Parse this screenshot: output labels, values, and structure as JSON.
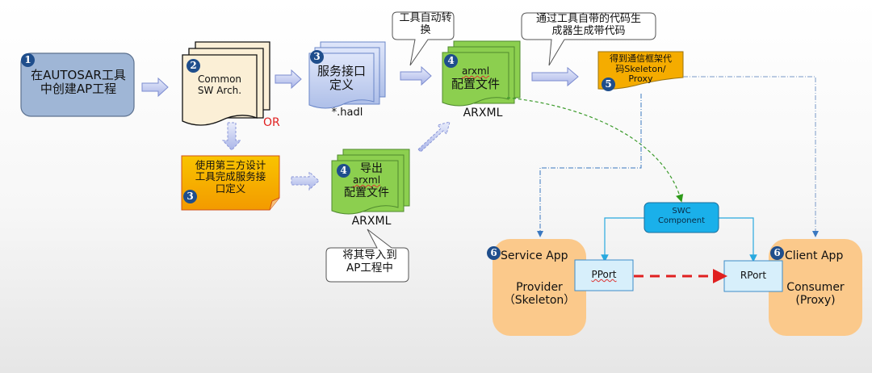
{
  "diagram": {
    "step1": {
      "badge": "1",
      "line1": "在AUTOSAR工具",
      "line2": "中创建AP工程"
    },
    "step2": {
      "badge": "2",
      "line1": "Common",
      "line2": "SW Arch."
    },
    "or_label": "OR",
    "step3_hadl": {
      "badge": "3",
      "line1": "服务接口",
      "line2": "定义",
      "caption": "*.hadl"
    },
    "step3_third_party": {
      "badge": "3",
      "line1": "使用第三方设计",
      "line2": "工具完成服务接",
      "line3": "口定义"
    },
    "step4_arxml": {
      "badge": "4",
      "line1": "arxml",
      "line2": "配置文件",
      "caption": "ARXML"
    },
    "step4_export": {
      "badge": "4",
      "line1": "导出",
      "line2": "arxml",
      "line3": "配置文件",
      "caption": "ARXML"
    },
    "callout_auto_convert": {
      "line1": "工具自动转",
      "line2": "换"
    },
    "callout_codegen": {
      "line1": "通过工具自带的代码生",
      "line2": "成器生成带代码"
    },
    "callout_import": {
      "line1": "将其导入到",
      "line2": "AP工程中"
    },
    "step5": {
      "badge": "5",
      "line1": "得到通信框架代",
      "line2": "码Skeleton/",
      "line3": "Proxy"
    },
    "swc": {
      "line1": "SWC",
      "line2": "Component"
    },
    "service_app": {
      "badge": "6",
      "title": "Service App",
      "line1": "Provider",
      "line2": "（Skeleton）"
    },
    "client_app": {
      "badge": "6",
      "title": "Client App",
      "line1": "Consumer",
      "line2": "(Proxy)"
    },
    "pport": "PPort",
    "rport": "RPort",
    "colors": {
      "step1_fill": "#9fb6d6",
      "doc_cream": "#fbefd6",
      "doc_blue": "#c5d3f0",
      "doc_green": "#8ccf4f",
      "doc_orange": "#f5a800",
      "swc_fill": "#1ab0ea",
      "port_fill": "#d7effb",
      "app_fill": "#fbc98b",
      "badge": "#1f4e8c",
      "red_dashed": "#e02020",
      "green_dashed": "#3a9a2a",
      "blue_dashdot": "#3a78c0"
    }
  }
}
